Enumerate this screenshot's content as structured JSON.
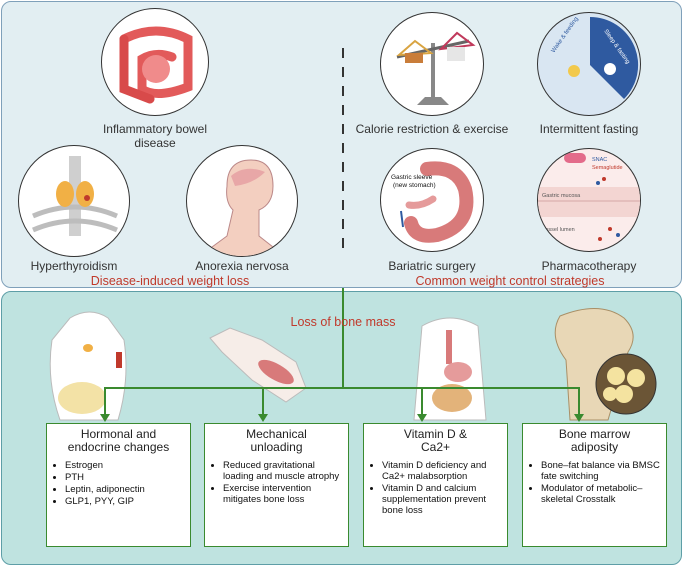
{
  "top": {
    "disease_items": [
      {
        "label": "Inflammatory bowel disease",
        "lines": [
          "Inflammatory bowel",
          "disease"
        ]
      },
      {
        "label": "Hyperthyroidism"
      },
      {
        "label": "Anorexia nervosa"
      }
    ],
    "disease_caption": "Disease-induced weight loss",
    "strategy_items": [
      {
        "label": "Calorie restriction & exercise"
      },
      {
        "label": "Intermittent fasting",
        "inner": [
          "Wake & feeding",
          "Sleep & fasting"
        ]
      },
      {
        "label": "Bariatric surgery",
        "inner": [
          "Gastric sleeve",
          "(new stomach)"
        ]
      },
      {
        "label": "Pharmacotherapy",
        "inner": [
          "SNAC",
          "Semaglutide",
          "Gastric mucosa",
          "Vessel lumen"
        ]
      }
    ],
    "strategy_caption": "Common weight control strategies"
  },
  "bottom": {
    "caption": "Loss of bone mass",
    "boxes": [
      {
        "title_lines": [
          "Hormonal and",
          "endocrine changes"
        ],
        "bullets": [
          "Estrogen",
          "PTH",
          "Leptin, adiponectin",
          "GLP1, PYY, GIP"
        ]
      },
      {
        "title_lines": [
          "Mechanical",
          "unloading"
        ],
        "bullets": [
          "Reduced gravitational loading and muscle atrophy",
          "Exercise intervention mitigates bone loss"
        ]
      },
      {
        "title_lines": [
          "Vitamin D &",
          "Ca2+"
        ],
        "bullets": [
          "Vitamin D deficiency and Ca2+ malabsorption",
          "Vitamin D and calcium supplementation prevent bone loss"
        ]
      },
      {
        "title_lines": [
          "Bone marrow",
          "adiposity"
        ],
        "bullets": [
          "Bone–fat balance via BMSC fate switching",
          "Modulator of metabolic–skeletal Crosstalk"
        ]
      }
    ]
  },
  "colors": {
    "caption_red": "#c0392b",
    "box_border": "#3a8a2f",
    "top_bg": "#e2eef2",
    "bottom_bg": "#bfe3e0"
  }
}
